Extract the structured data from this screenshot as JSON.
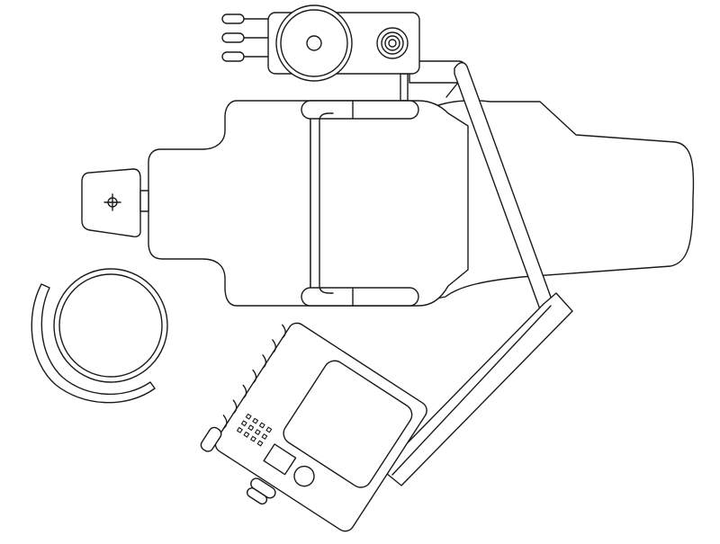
{
  "drawing": {
    "subject": "dental-chair-unit-top-view",
    "background": "#ffffff",
    "line_color": "#1a1a1a",
    "components": [
      "operator-light-head",
      "instrument-hooks",
      "chair-backrest",
      "chair-seat",
      "footrest",
      "headrest",
      "support-arm",
      "operator-stool",
      "instrument-tray",
      "control-keypad"
    ],
    "keypad_dots": 12
  }
}
